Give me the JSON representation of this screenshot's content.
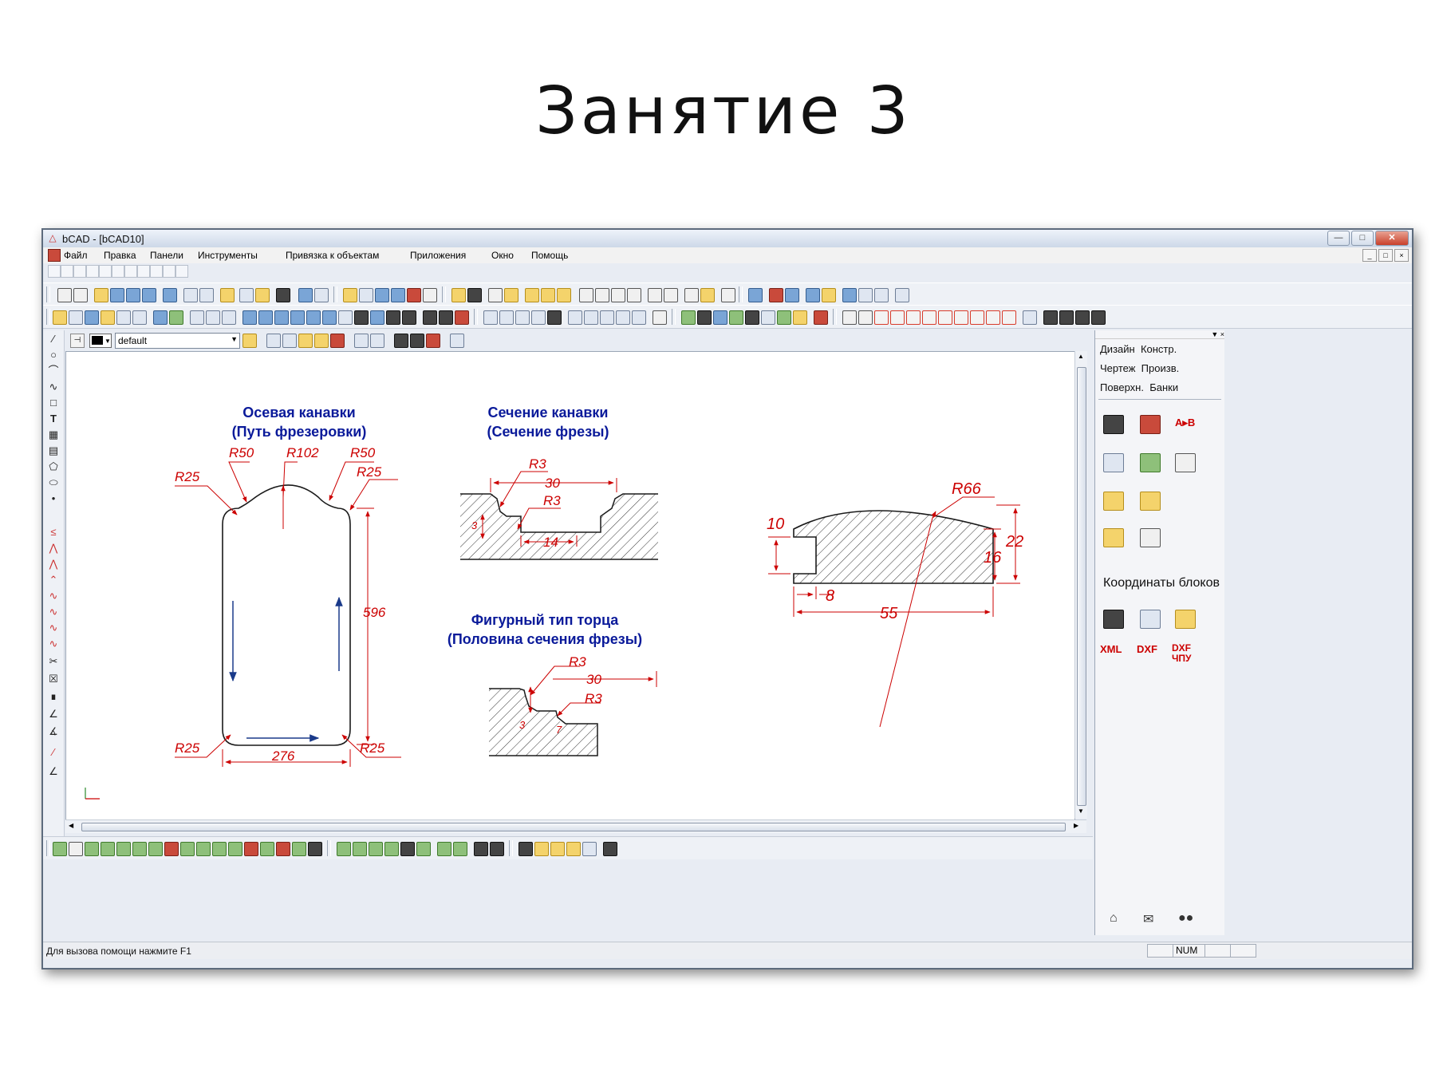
{
  "slide": {
    "title": "Занятие 3"
  },
  "window": {
    "title": "bCAD - [bCAD10]",
    "menu": [
      "Файл",
      "Правка",
      "Панели",
      "Инструменты",
      "Привязка к объектам",
      "Приложения",
      "Окно",
      "Помощь"
    ],
    "caption_buttons": [
      "minimize",
      "maximize",
      "close"
    ]
  },
  "layer_combo": {
    "value": "default"
  },
  "right_panel": {
    "tabs": [
      [
        "Дизайн",
        "Констр."
      ],
      [
        "Чертеж",
        "Произв."
      ],
      [
        "Поверхн.",
        "Банки"
      ]
    ],
    "icon_label_1": "A▸B",
    "section_label": "Координаты блоков",
    "export_labels": [
      "XML",
      "DXF",
      "DXF ЧПУ"
    ],
    "bottom_icons": [
      "home-icon",
      "envelope-icon",
      "people-icon"
    ]
  },
  "status": {
    "hint": "Для вызова помощи нажмите F1",
    "num": "NUM"
  },
  "drawing": {
    "fig1": {
      "title1": "Осевая канавки",
      "title2": "(Путь фрезеровки)",
      "dims": [
        "R25",
        "R50",
        "R102",
        "R50",
        "R25",
        "596",
        "R25",
        "276",
        "R25"
      ]
    },
    "fig2": {
      "title1": "Сечение канавки",
      "title2": "(Сечение фрезы)",
      "dims": [
        "R3",
        "30",
        "R3",
        "3",
        "14"
      ]
    },
    "fig3": {
      "title1": "Фигурный тип торца",
      "title2": "(Половина сечения фрезы)",
      "dims": [
        "R3",
        "30",
        "R3",
        "3",
        "7"
      ]
    },
    "fig4": {
      "dims": [
        "R66",
        "10",
        "22",
        "16",
        "8",
        "55"
      ]
    }
  },
  "colors": {
    "drawing_line": "#1a1a1a",
    "dim": "#cc0000",
    "title": "#0a1a9a",
    "arrow": "#1a3a8a"
  }
}
